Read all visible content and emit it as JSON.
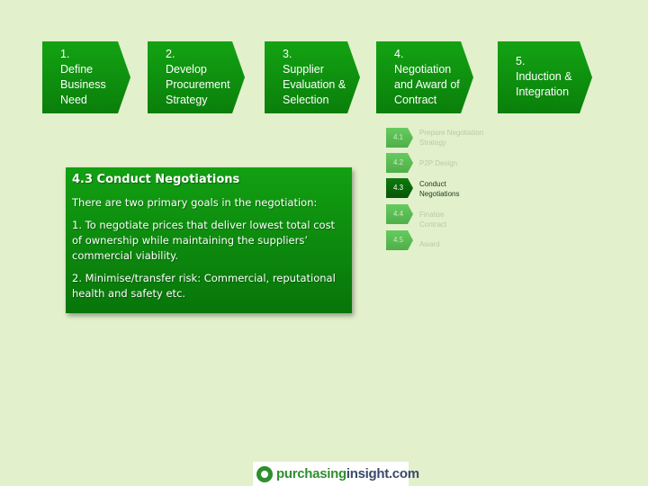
{
  "process_steps": [
    {
      "lines": [
        "1.",
        "Define",
        "Business",
        "Need"
      ]
    },
    {
      "lines": [
        "2.",
        "Develop",
        "Procurement",
        "Strategy"
      ]
    },
    {
      "lines": [
        "3.",
        "Supplier",
        "Evaluation &",
        "Selection"
      ]
    },
    {
      "lines": [
        "4.",
        "Negotiation",
        "and Award of",
        "Contract"
      ]
    },
    {
      "lines": [
        "5.",
        "Induction &",
        "Integration"
      ]
    }
  ],
  "substeps": [
    {
      "number": "4.1",
      "label_lines": [
        "Prepare Negotiation",
        "Strategy"
      ]
    },
    {
      "number": "4.2",
      "label_lines": [
        "P2P Design"
      ]
    },
    {
      "number": "4.3",
      "label_lines": [
        "Conduct",
        "Negotiations"
      ],
      "active": true
    },
    {
      "number": "4.4",
      "label_lines": [
        "Finalise",
        "Contract"
      ]
    },
    {
      "number": "4.5",
      "label_lines": [
        "Award"
      ]
    }
  ],
  "panel": {
    "title": "4.3 Conduct Negotiations",
    "intro": "There are two primary goals in the negotiation:",
    "goal1": "1. To negotiate prices that deliver lowest total cost of ownership while maintaining the suppliers’ commercial viability.",
    "goal2": "2. Minimise/transfer risk: Commercial, reputational health and safety etc."
  },
  "logo": {
    "part1": "purchasing",
    "part2": "insight.com"
  },
  "colors": {
    "background": "#e2f0cc",
    "step_green": "#0f9310",
    "active_substep": "#0a6a0a"
  }
}
